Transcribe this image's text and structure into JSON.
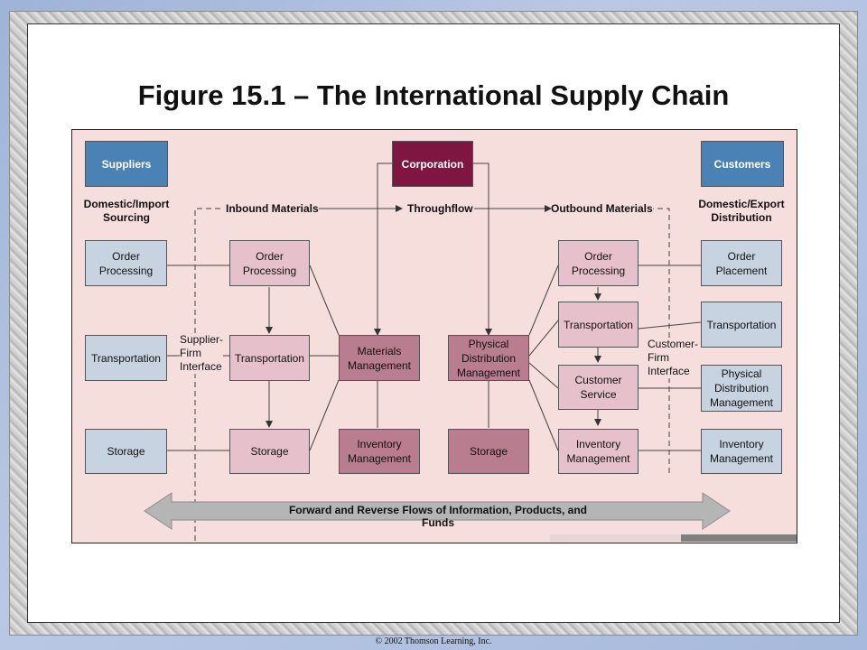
{
  "title": "Figure 15.1 – The International Supply Chain",
  "copyright": "© 2002 Thomson Learning, Inc.",
  "diagram": {
    "headers": {
      "suppliers": "Suppliers",
      "corporation": "Corporation",
      "customers": "Customers"
    },
    "section_labels": {
      "sourcing": "Domestic/Import\nSourcing",
      "distribution": "Domestic/Export\nDistribution",
      "inbound": "Inbound Materials",
      "throughflow": "Throughflow",
      "outbound": "Outbound Materials",
      "supplier_interface": "Supplier-\nFirm\nInterface",
      "customer_interface": "Customer-\nFirm\nInterface"
    },
    "supplier_column": [
      "Order\nProcessing",
      "Transportation",
      "Storage"
    ],
    "inbound_column": [
      "Order\nProcessing",
      "Transportation",
      "Storage"
    ],
    "materials_column": [
      "Materials\nManagement",
      "Inventory\nManagement"
    ],
    "distribution_column": [
      "Physical\nDistribution\nManagement",
      "Storage"
    ],
    "outbound_column": [
      "Order\nProcessing",
      "Transportation",
      "Customer\nService",
      "Inventory\nManagement"
    ],
    "customer_column": [
      "Order\nPlacement",
      "Transportation",
      "Physical\nDistribution\nManagement",
      "Inventory\nManagement"
    ],
    "flow_banner": "Forward and Reverse Flows of Information, Products, and Funds"
  }
}
